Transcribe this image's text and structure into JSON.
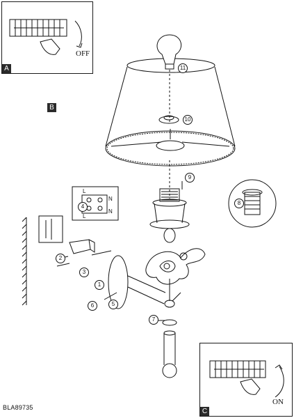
{
  "panels": {
    "a": {
      "label": "A",
      "switch_text": "OFF"
    },
    "b": {
      "label": "B"
    },
    "c": {
      "label": "C",
      "switch_text": "ON"
    }
  },
  "steps": [
    "1",
    "2",
    "3",
    "4",
    "5",
    "6",
    "7",
    "8",
    "9",
    "10",
    "11"
  ],
  "terminal_block": {
    "top_row": [
      "L",
      "N"
    ],
    "bottom_row": [
      "L",
      "N"
    ]
  },
  "model_code": "BLA89735"
}
